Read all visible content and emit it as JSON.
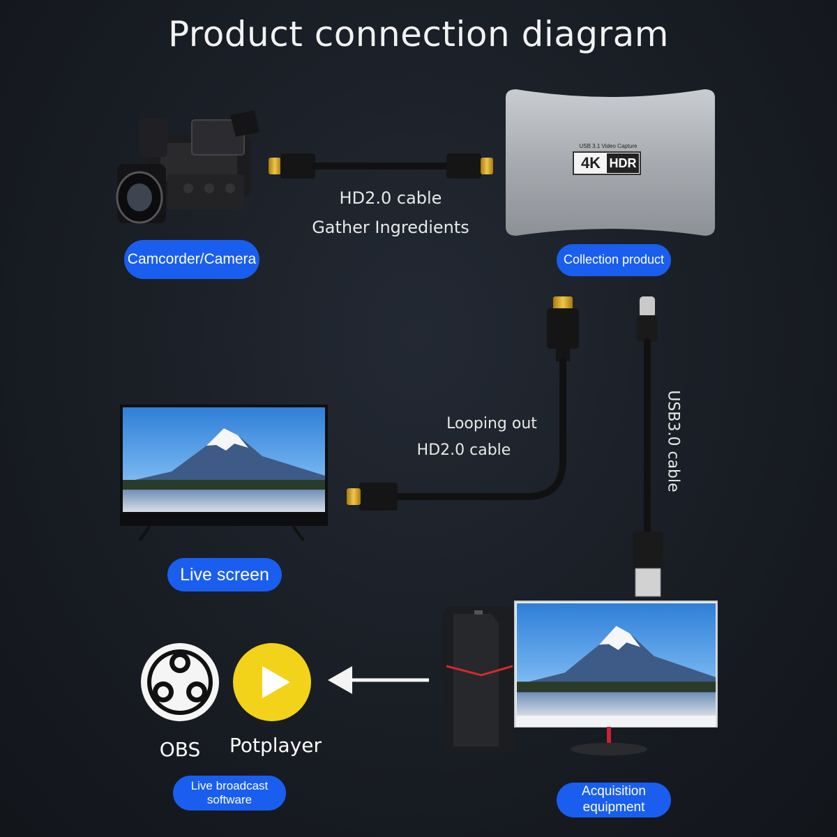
{
  "title": "Product connection diagram",
  "labels": {
    "camera": "Camcorder/Camera",
    "collection": "Collection product",
    "live_screen": "Live screen",
    "live_broadcast_line1": "Live broadcast",
    "live_broadcast_line2": "software",
    "acquisition_line1": "Acquisition",
    "acquisition_line2": "equipment"
  },
  "captions": {
    "hd_cable": "HD2.0 cable",
    "gather": "Gather Ingredients",
    "looping_line1": "Looping out",
    "looping_line2": "HD2.0 cable",
    "usb_cable": "USB3.0 cable"
  },
  "device": {
    "top_text": "USB 3.1 Video Capture",
    "badge_4k": "4K",
    "badge_hdr": "HDR"
  },
  "software": {
    "obs": "OBS",
    "potplayer": "Potplayer"
  },
  "colors": {
    "pill_blue": "#1a5ef0",
    "potplayer_yellow": "#f3d21a",
    "connector_gold": "#d4a21c"
  },
  "icons": [
    "camcorder-icon",
    "hdmi-connector-icon",
    "usb-c-connector-icon",
    "usb-a-connector-icon",
    "tv-icon",
    "monitor-icon",
    "pc-tower-icon",
    "obs-logo-icon",
    "potplayer-logo-icon",
    "arrow-left-icon"
  ]
}
